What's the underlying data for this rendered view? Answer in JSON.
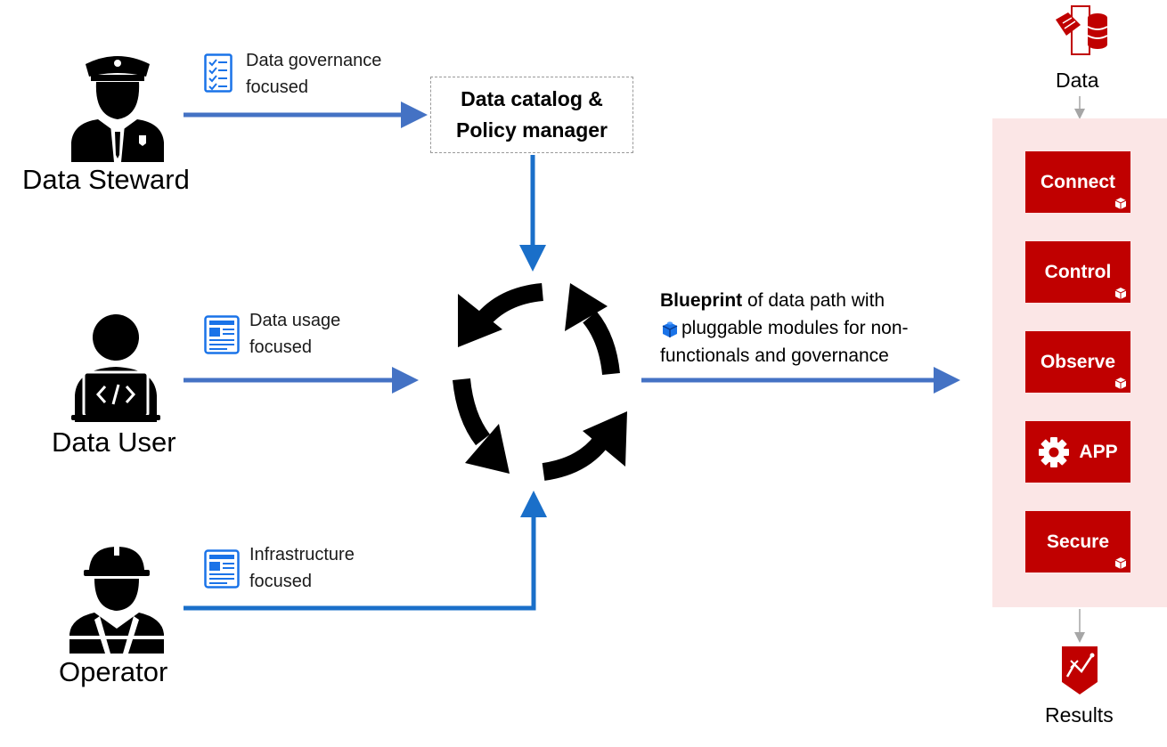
{
  "personas": {
    "steward": {
      "label": "Data Steward",
      "note_line1": "Data governance",
      "note_line2": "focused"
    },
    "user": {
      "label": "Data User",
      "note_line1": "Data usage",
      "note_line2": "focused"
    },
    "operator": {
      "label": "Operator",
      "note_line1": "Infrastructure",
      "note_line2": "focused"
    }
  },
  "catalog": {
    "line1": "Data catalog &",
    "line2": "Policy manager"
  },
  "blueprint": {
    "bold": "Blueprint",
    "rest1": " of data path with",
    "rest2": " pluggable modules for non-",
    "rest3": "functionals and governance"
  },
  "data_label": "Data",
  "results_label": "Results",
  "modules": [
    {
      "label": "Connect"
    },
    {
      "label": "Control"
    },
    {
      "label": "Observe"
    },
    {
      "label": "APP",
      "icon": "gear-icon"
    },
    {
      "label": "Secure"
    }
  ],
  "colors": {
    "arrow": "#4472c4",
    "arrow_dark": "#1565c0",
    "module": "#c00000",
    "panel": "#fbe6e6",
    "icon_blue": "#1a73e8"
  }
}
